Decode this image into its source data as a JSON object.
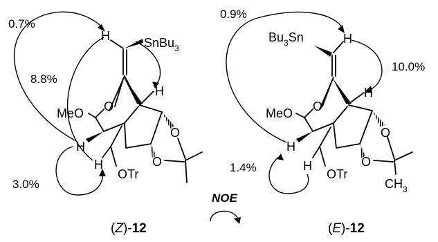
{
  "diagram": {
    "noe_label": "NOE",
    "left": {
      "percent_top": "0.7%",
      "percent_mid": "8.8%",
      "percent_bottom": "3.0%",
      "h_vinyl": "H",
      "sn_main": "SnBu",
      "sn_sub": "3",
      "h_bridge": "H",
      "meo": "MeO",
      "ring_o": "O",
      "h_c1": "H",
      "h_ch2": "H",
      "otr": "OTr",
      "acetonide_o1": "O",
      "acetonide_o2": "O",
      "caption_open": "(",
      "caption_stereo": "Z",
      "caption_close": ")-",
      "caption_num": "12"
    },
    "right": {
      "percent_top": "0.9%",
      "percent_mid": "10.0%",
      "percent_bottom": "1.4%",
      "bu_main": "Bu",
      "bu_sub": "3",
      "sn": "Sn",
      "h_vinyl": "H",
      "h_bridge": "H",
      "meo": "MeO",
      "ring_o": "O",
      "h_c1": "H",
      "h_ch2": "H",
      "otr": "OTr",
      "acetonide_o1": "O",
      "acetonide_o2": "O",
      "ch3_main": "CH",
      "ch3_sub": "3",
      "caption_open": "(",
      "caption_stereo": "E",
      "caption_close": ")-",
      "caption_num": "12"
    }
  }
}
